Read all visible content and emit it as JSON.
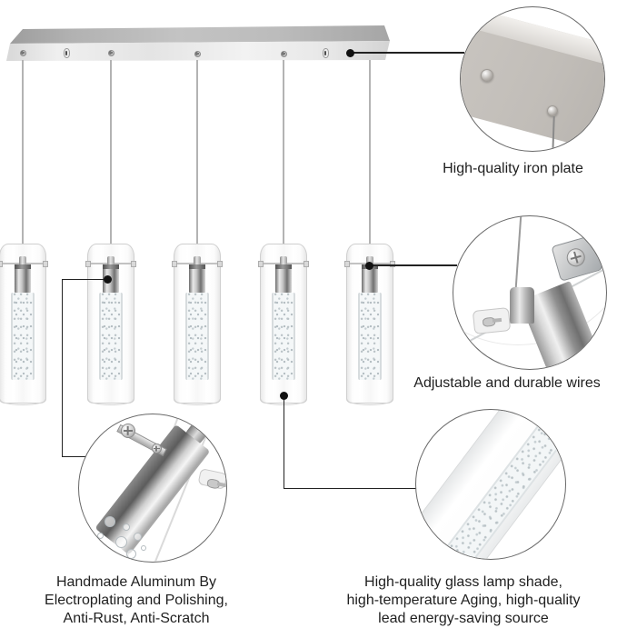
{
  "callouts": {
    "iron_plate": {
      "label": "High-quality iron plate"
    },
    "wires": {
      "label": "Adjustable and durable wires"
    },
    "aluminum": {
      "lines": [
        "Handmade Aluminum By",
        "Electroplating and Polishing,",
        "Anti-Rust, Anti-Scratch"
      ]
    },
    "glass_shade": {
      "lines": [
        "High-quality glass lamp shade,",
        "high-temperature Aging, high-quality",
        "lead energy-saving source"
      ]
    }
  },
  "fixture": {
    "pendant_count": 5
  },
  "colors": {
    "background": "#ffffff",
    "text": "#1f1f1f",
    "callout_line": "#222222",
    "metal_light": "#e8e8e8",
    "metal_dark": "#8a8a8a",
    "glass_edge": "#cfcfcf"
  }
}
